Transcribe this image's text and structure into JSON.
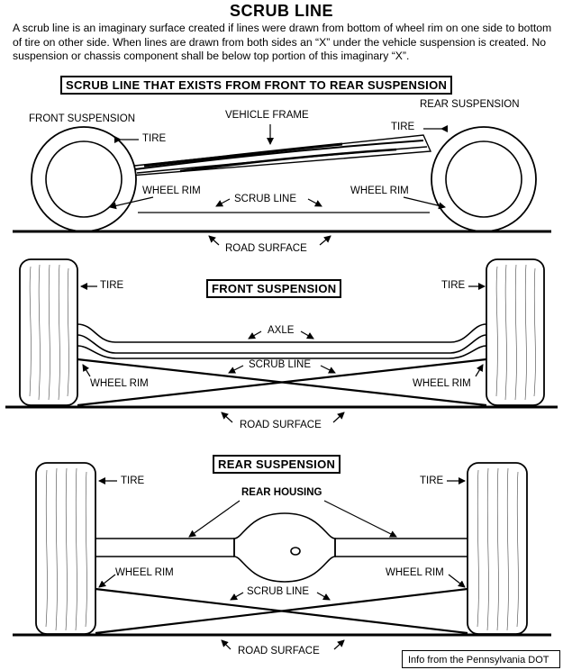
{
  "title": "SCRUB LINE",
  "intro": "A scrub line is an imaginary surface created if lines were drawn from bottom of wheel rim on one side to bottom of tire on other side. When lines are drawn from both sides an “X” under the vehicle suspension is created. No suspension or chassis component shall be below top portion of this imaginary “X”.",
  "section1": {
    "heading": "SCRUB LINE THAT EXISTS FROM FRONT TO REAR SUSPENSION",
    "front_suspension": "FRONT SUSPENSION",
    "rear_suspension": "REAR SUSPENSION",
    "vehicle_frame": "VEHICLE FRAME",
    "tire_left": "TIRE",
    "tire_right": "TIRE",
    "wheel_rim_left": "WHEEL RIM",
    "wheel_rim_right": "WHEEL RIM",
    "scrub_line": "SCRUB LINE",
    "road_surface": "ROAD SURFACE"
  },
  "section2": {
    "heading": "FRONT SUSPENSION",
    "tire_left": "TIRE",
    "tire_right": "TIRE",
    "axle": "AXLE",
    "scrub_line": "SCRUB LINE",
    "wheel_rim_left": "WHEEL RIM",
    "wheel_rim_right": "WHEEL RIM",
    "road_surface": "ROAD SURFACE"
  },
  "section3": {
    "heading": "REAR SUSPENSION",
    "tire_left": "TIRE",
    "tire_right": "TIRE",
    "rear_housing": "REAR HOUSING",
    "wheel_rim_left": "WHEEL RIM",
    "wheel_rim_right": "WHEEL RIM",
    "scrub_line": "SCRUB LINE",
    "road_surface": "ROAD SURFACE"
  },
  "credit": "Info from the Pennsylvania DOT"
}
